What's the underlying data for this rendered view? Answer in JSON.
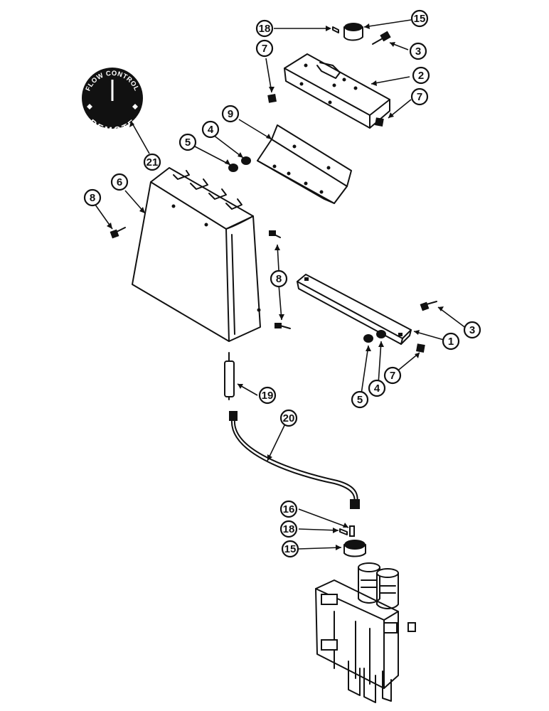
{
  "decal": {
    "top_text": "FLOW CONTROL",
    "bottom_text": "REMOTE"
  },
  "callouts": [
    {
      "id": "c-18-top",
      "number": "18"
    },
    {
      "id": "c-15-top",
      "number": "15"
    },
    {
      "id": "c-7-top-left",
      "number": "7"
    },
    {
      "id": "c-3-top",
      "number": "3"
    },
    {
      "id": "c-2",
      "number": "2"
    },
    {
      "id": "c-7-top-right",
      "number": "7"
    },
    {
      "id": "c-9",
      "number": "9"
    },
    {
      "id": "c-4-top",
      "number": "4"
    },
    {
      "id": "c-5-top",
      "number": "5"
    },
    {
      "id": "c-21",
      "number": "21"
    },
    {
      "id": "c-8-left",
      "number": "8"
    },
    {
      "id": "c-6",
      "number": "6"
    },
    {
      "id": "c-8-right",
      "number": "8"
    },
    {
      "id": "c-3-right",
      "number": "3"
    },
    {
      "id": "c-1",
      "number": "1"
    },
    {
      "id": "c-7-right",
      "number": "7"
    },
    {
      "id": "c-4-bottom",
      "number": "4"
    },
    {
      "id": "c-5-bottom",
      "number": "5"
    },
    {
      "id": "c-19",
      "number": "19"
    },
    {
      "id": "c-20",
      "number": "20"
    },
    {
      "id": "c-16",
      "number": "16"
    },
    {
      "id": "c-18-bottom",
      "number": "18"
    },
    {
      "id": "c-15-bottom",
      "number": "15"
    }
  ]
}
